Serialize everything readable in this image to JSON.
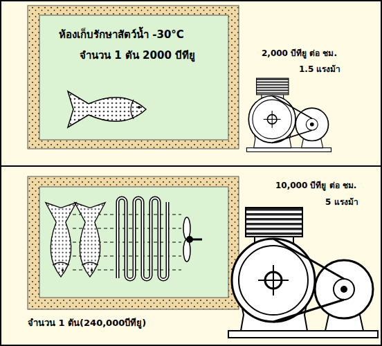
{
  "diagram": {
    "nodes": [
      {
        "text": [
          "ห้องเก็บรักษาสัตว์น้ำ -30°C",
          "จำนวน 1 ตัน 2000 บีทียู"
        ]
      },
      {
        "text": [
          "จำนวน 1 ตัน(240,000บีทียู)"
        ]
      }
    ],
    "labels": [
      "2,000 บีทียู ต่อ ชม.",
      "1.5 แรงม้า",
      "10,000 บีทียู ต่อ ชม.",
      "5 แรงม้า"
    ]
  }
}
